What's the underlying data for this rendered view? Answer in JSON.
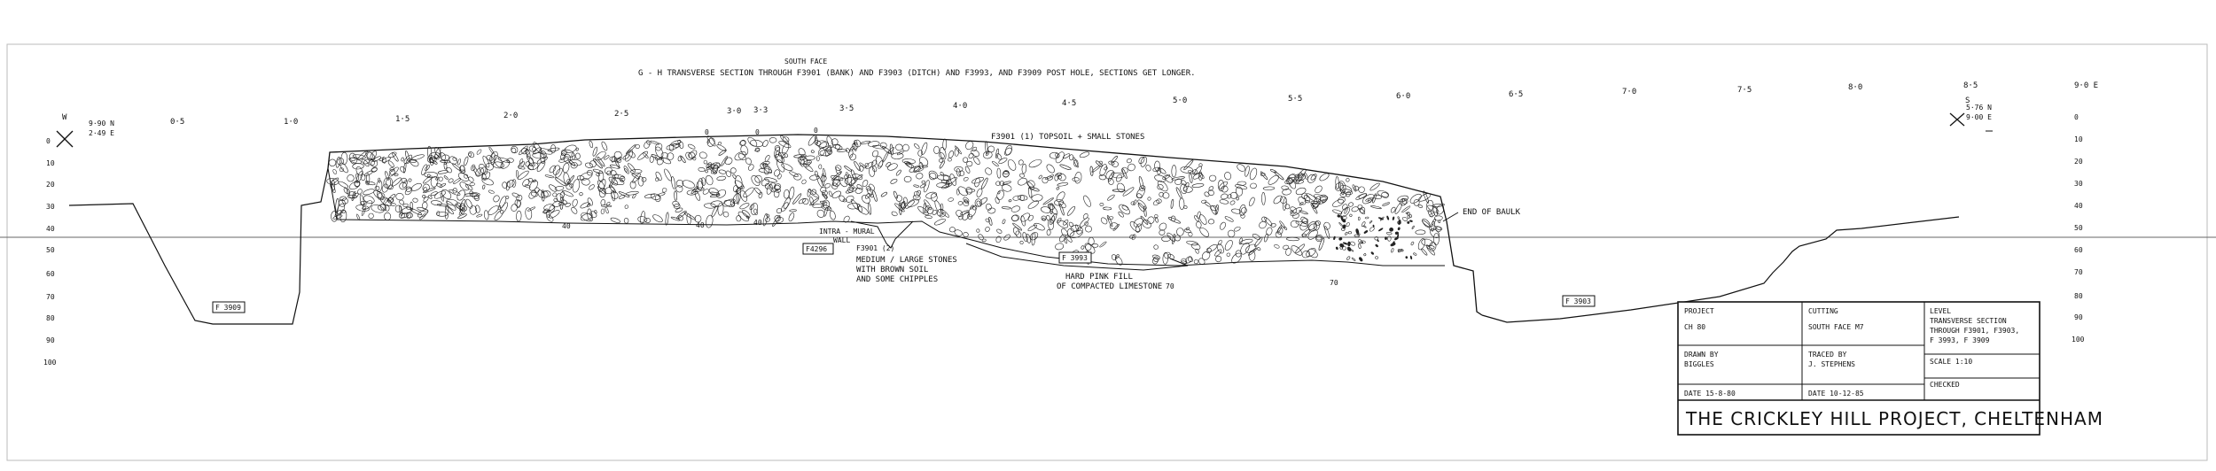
{
  "header": {
    "face": "SOUTH FACE",
    "title": "G - H  TRANSVERSE  SECTION  THROUGH  F3901 (BANK)  AND  F3903 (DITCH)  AND  F3993, AND F3909  POST HOLE,  SECTIONS GET LONGER."
  },
  "scale_top": [
    "0·5",
    "1·0",
    "1·5",
    "2·0",
    "2·5",
    "3·0",
    "3·3",
    "3·5",
    "4·0",
    "4·5",
    "5·0",
    "5·5",
    "6·0",
    "6·5",
    "7·0",
    "7·5",
    "8·0",
    "8·5",
    "9·0 E"
  ],
  "depth_left": [
    "0",
    "10",
    "20",
    "30",
    "40",
    "50",
    "60",
    "70",
    "80",
    "90",
    "100"
  ],
  "depth_right": [
    "0",
    "10",
    "20",
    "30",
    "40",
    "50",
    "60",
    "70",
    "80",
    "90",
    "100"
  ],
  "datum_left": {
    "label": "W",
    "value1": "9·90 N",
    "value2": "2·49 E"
  },
  "datum_right": {
    "label": "S",
    "value1": "5·76 N",
    "value2": "9·00 E"
  },
  "labels": {
    "topsoil": "F3901 (1) TOPSOIL + SMALL STONES",
    "end_of_baulk": "END OF BAULK",
    "intra_wall": "INTRA - MURAL",
    "intra_wall2": "WALL",
    "layer2_a": "F3901 (2)",
    "layer2_b": "MEDIUM / LARGE STONES",
    "layer2_c": "WITH BROWN SOIL",
    "layer2_d": "AND SOME CHIPPLES",
    "hard_fill_a": "HARD PINK FILL",
    "hard_fill_b": "OF COMPACTED LIMESTONE",
    "n0a": "0",
    "n0b": "0",
    "n0c": "0",
    "n40a": "40",
    "n40b": "40",
    "n40c": "40",
    "n70a": "70",
    "n70b": "70"
  },
  "features": {
    "f3909": "F 3909",
    "f4296": "F4296",
    "f3993": "F 3993",
    "f3903": "F 3903"
  },
  "title_block": {
    "project_label": "PROJECT",
    "project_value": "CH 80",
    "cutting_label": "CUTTING",
    "cutting_value": "SOUTH FACE   M7",
    "level_label": "LEVEL",
    "level_value1": "TRANSVERSE SECTION",
    "level_value2": "THROUGH  F3901, F3903,",
    "level_value3": "F 3993, F 3909",
    "drawn_label": "DRAWN  BY",
    "drawn_value": "BIGGLES",
    "traced_label": "TRACED  BY",
    "traced_value": "J. STEPHENS",
    "scale_value": "SCALE  1:10",
    "date1": "DATE  15-8-80",
    "date2": "DATE  10-12-85",
    "checked": "CHECKED",
    "big_title": "THE  CRICKLEY  HILL  PROJECT,  CHELTENHAM"
  }
}
